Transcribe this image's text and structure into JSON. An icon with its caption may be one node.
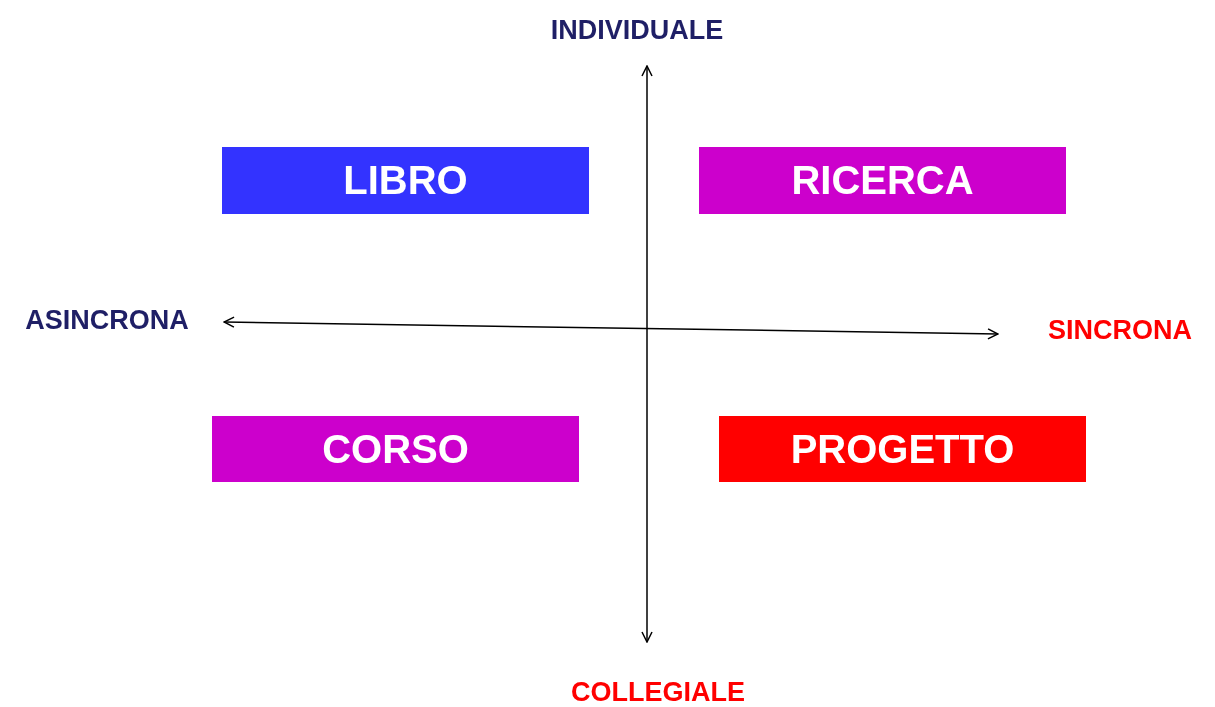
{
  "diagram": {
    "nodes": [
      {
        "text": [
          "LIBRO"
        ]
      },
      {
        "text": [
          "RICERCA"
        ]
      },
      {
        "text": [
          "CORSO"
        ]
      },
      {
        "text": [
          "PROGETTO"
        ]
      }
    ],
    "labels": [
      "INDIVIDUALE",
      "ASINCRONA",
      "SINCRONA",
      "COLLEGIALE"
    ]
  }
}
